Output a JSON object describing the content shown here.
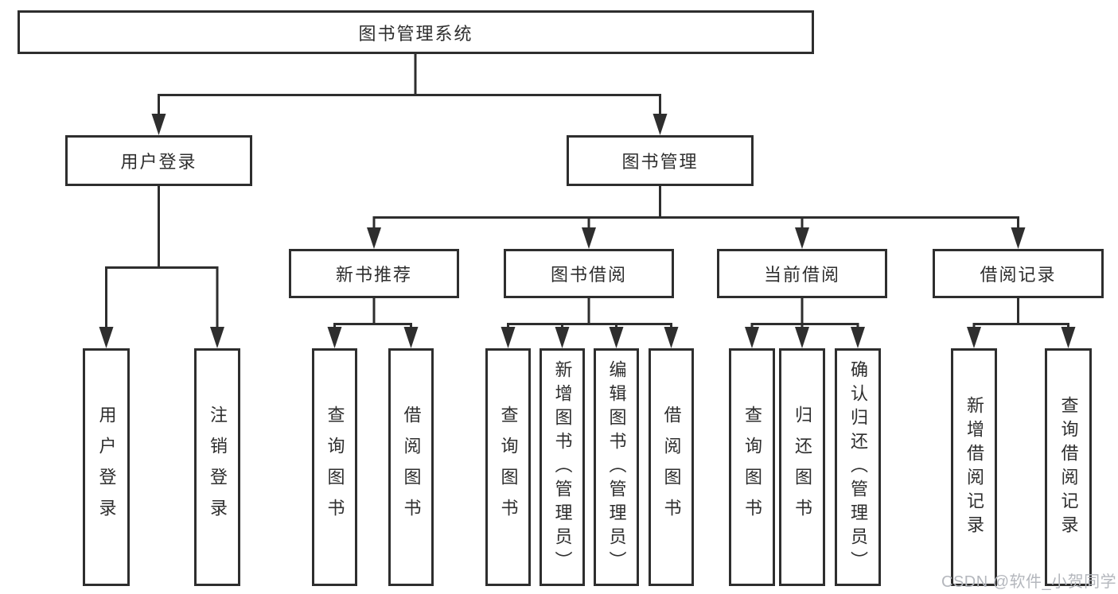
{
  "diagram": {
    "title": "图书管理系统",
    "nodes": {
      "root": "图书管理系统",
      "userLogin": "用户登录",
      "bookMgmt": "图书管理",
      "newBookRec": "新书推荐",
      "bookBorrow": "图书借阅",
      "currentBorrow": "当前借阅",
      "borrowRecord": "借阅记录",
      "leafUserLogin": "用户登录",
      "leafLogout": "注销登录",
      "leafQueryBook1": "查询图书",
      "leafBorrowBook1": "借阅图书",
      "leafQueryBook2": "查询图书",
      "leafAddBook": "新增图书（管理员）",
      "leafEditBook": "编辑图书（管理员）",
      "leafBorrowBook2": "借阅图书",
      "leafQueryBook3": "查询图书",
      "leafReturnBook": "归还图书",
      "leafConfirmReturn": "确认归还（管理员）",
      "leafAddBorrowRecord": "新增借阅记录",
      "leafQueryBorrowRecord": "查询借阅记录"
    },
    "hierarchy": {
      "图书管理系统": {
        "用户登录": [
          "用户登录",
          "注销登录"
        ],
        "图书管理": {
          "新书推荐": [
            "查询图书",
            "借阅图书"
          ],
          "图书借阅": [
            "查询图书",
            "新增图书（管理员）",
            "编辑图书（管理员）",
            "借阅图书"
          ],
          "当前借阅": [
            "查询图书",
            "归还图书",
            "确认归还（管理员）"
          ],
          "借阅记录": [
            "新增借阅记录",
            "查询借阅记录"
          ]
        }
      }
    }
  },
  "watermark": "CSDN @软件_小贺同学",
  "colors": {
    "line": "#2e2e2e",
    "box_background": "#ffffff",
    "text": "#2e2e2e",
    "watermark": "#b4b7bd",
    "page_background": "#ffffff"
  }
}
